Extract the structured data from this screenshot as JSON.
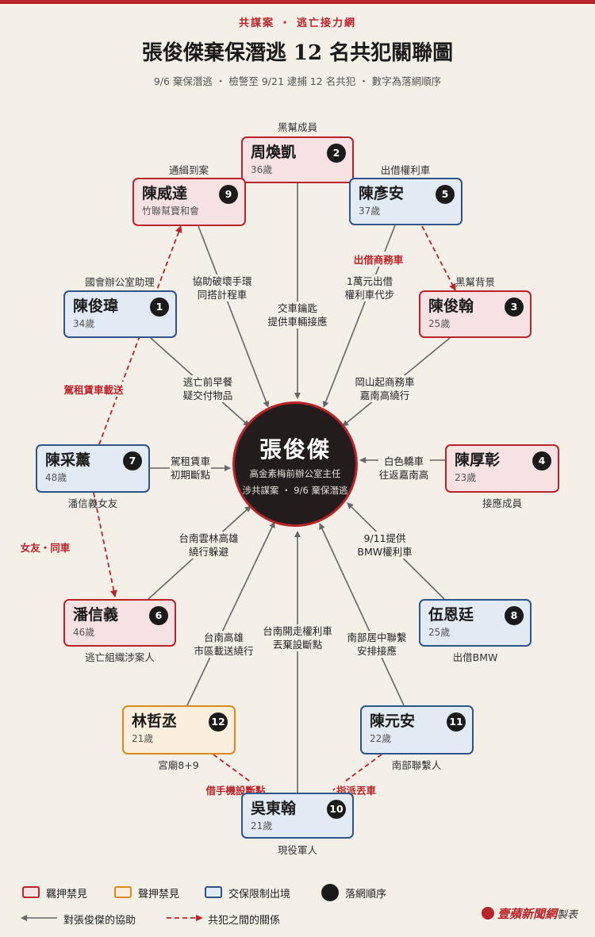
{
  "header": {
    "kicker": "共謀案 ・ 逃亡接力網",
    "title": "張俊傑棄保潛逃 12 名共犯關聯圖",
    "subtitle": "9/6 棄保潛逃 ・ 檢警至 9/21 逮捕 12 名共犯 ・ 數字為落網順序"
  },
  "center": {
    "name": "張俊傑",
    "desc1": "高金素梅前辦公室主任",
    "desc2": "涉共謀案 ・ 9/6 棄保潛逃"
  },
  "nodes": [
    {
      "name": "周煥凱",
      "sub": "36歲",
      "order": "2",
      "role": "黑幫成員",
      "status": "red"
    },
    {
      "name": "陳威達",
      "sub": "竹聯幫寶和會",
      "order": "9",
      "role": "通緝到案",
      "status": "red"
    },
    {
      "name": "陳彥安",
      "sub": "37歲",
      "order": "5",
      "role": "出借權利車",
      "status": "blue"
    },
    {
      "name": "陳俊瑋",
      "sub": "34歲",
      "order": "1",
      "role": "國會辦公室助理",
      "status": "blue"
    },
    {
      "name": "陳俊翰",
      "sub": "25歲",
      "order": "3",
      "role": "黑幫背景",
      "status": "red"
    },
    {
      "name": "陳采薰",
      "sub": "48歲",
      "order": "7",
      "role": "潘信義女友",
      "status": "blue"
    },
    {
      "name": "陳厚彰",
      "sub": "23歲",
      "order": "4",
      "role": "接應成員",
      "status": "red"
    },
    {
      "name": "潘信義",
      "sub": "46歲",
      "order": "6",
      "role": "逃亡組織涉案人",
      "status": "red"
    },
    {
      "name": "伍恩廷",
      "sub": "25歲",
      "order": "8",
      "role": "出借BMW",
      "status": "blue"
    },
    {
      "name": "林哲丞",
      "sub": "21歲",
      "order": "12",
      "role": "宮廟8+9",
      "status": "orange"
    },
    {
      "name": "陳元安",
      "sub": "22歲",
      "order": "11",
      "role": "南部聯繫人",
      "status": "blue"
    },
    {
      "name": "吳東翰",
      "sub": "21歲",
      "order": "10",
      "role": "現役軍人",
      "status": "blue"
    }
  ],
  "edges": [
    {
      "l1": "協助破壞手環",
      "l2": "同搭計程車"
    },
    {
      "l1": "交車鑰匙",
      "l2": "提供車輛接應"
    },
    {
      "l1": "1萬元出借",
      "l2": "權利車代步"
    },
    {
      "l1": "逃亡前早餐",
      "l2": "疑交付物品"
    },
    {
      "l1": "岡山起商務車",
      "l2": "嘉南高繞行"
    },
    {
      "l1": "駕租賃車",
      "l2": "初期斷點"
    },
    {
      "l1": "白色轎車",
      "l2": "往返嘉南高"
    },
    {
      "l1": "台南雲林高雄",
      "l2": "繞行躲避"
    },
    {
      "l1": "9/11提供",
      "l2": "BMW權利車"
    },
    {
      "l1": "台南高雄",
      "l2": "市區載送繞行"
    },
    {
      "l1": "台南開走權利車",
      "l2": "丟棄設斷點"
    },
    {
      "l1": "南部居中聯繫",
      "l2": "安排接應"
    }
  ],
  "relations": [
    "出借商務車",
    "駕租賃車載送",
    "女友・同車",
    "借手機設斷點",
    "指派丟車"
  ],
  "legend": {
    "red": "羈押禁見",
    "orange": "聲押禁見",
    "blue": "交保限制出境",
    "order": "落網順序",
    "assist": "對張俊傑的協助",
    "relation": "共犯之間的關係"
  },
  "brand": {
    "name": "壹蘋新聞網",
    "suffix": "製表"
  },
  "colors": {
    "red": "#b8242a",
    "orange": "#d98a1f",
    "blue": "#2f5487",
    "dark": "#221c1c"
  }
}
